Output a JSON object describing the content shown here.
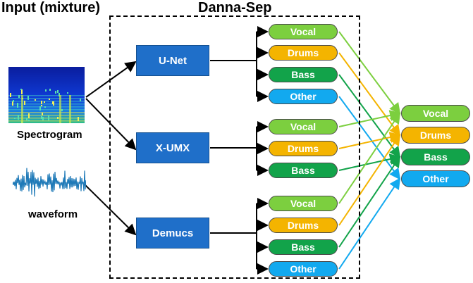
{
  "input_title": "Input (mixture)",
  "system_title": "Danna-Sep",
  "spectrogram_label": "Spectrogram",
  "waveform_label": "waveform",
  "models": [
    "U-Net",
    "X-UMX",
    "Demucs"
  ],
  "stems": {
    "unet": [
      "Vocal",
      "Drums",
      "Bass",
      "Other"
    ],
    "xumx": [
      "Vocal",
      "Drums",
      "Bass"
    ],
    "demucs": [
      "Vocal",
      "Drums",
      "Bass",
      "Other"
    ],
    "final": [
      "Vocal",
      "Drums",
      "Bass",
      "Other"
    ]
  },
  "colors": {
    "Vocal": "#7ccf3f",
    "Drums": "#f4b400",
    "Bass": "#12a34a",
    "Other": "#12a9ef",
    "model": "#1f6fc9"
  }
}
